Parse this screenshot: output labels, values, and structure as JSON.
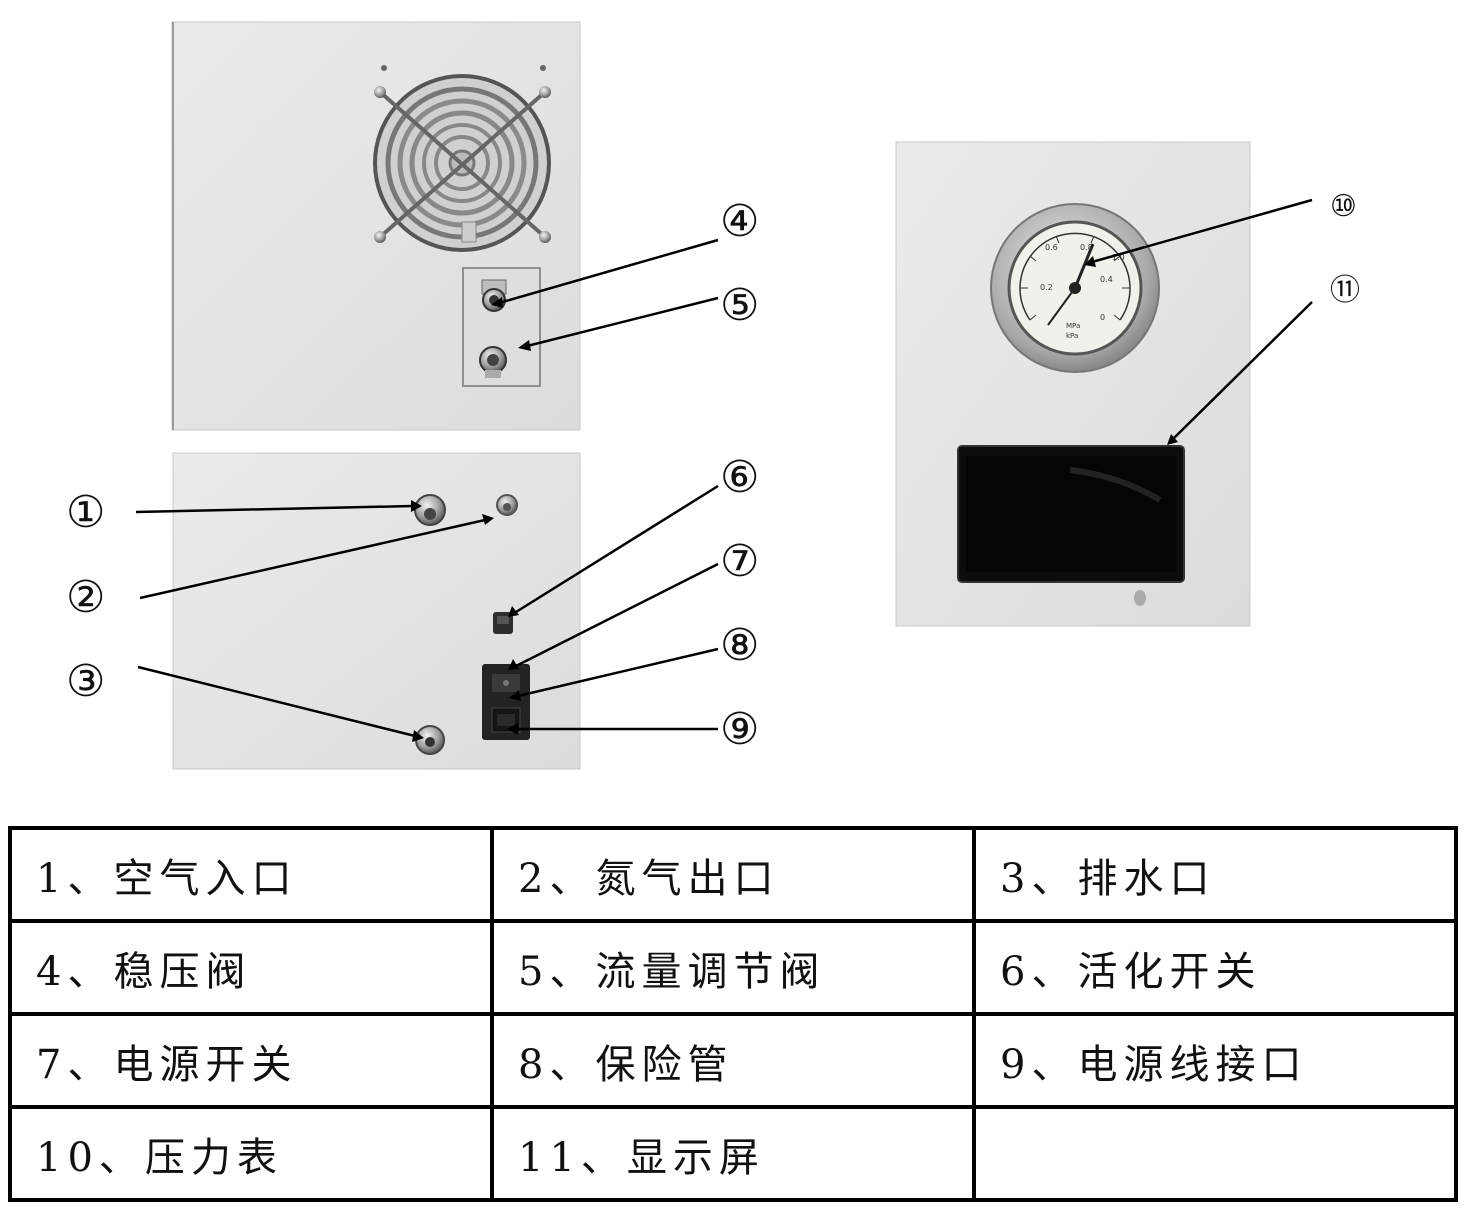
{
  "callouts": {
    "c1": "①",
    "c2": "②",
    "c3": "③",
    "c4": "④",
    "c5": "⑤",
    "c6": "⑥",
    "c7": "⑦",
    "c8": "⑧",
    "c9": "⑨",
    "c10": "⑩",
    "c11": "⑪"
  },
  "legend": {
    "rows": [
      [
        "1、空气入口",
        "2、氮气出口",
        "3、排水口"
      ],
      [
        "4、稳压阀",
        "5、流量调节阀",
        "6、活化开关"
      ],
      [
        "7、电源开关",
        "8、保险管",
        "9、电源线接口"
      ],
      [
        "10、压力表",
        "11、显示屏",
        ""
      ]
    ]
  },
  "gauge_scale": {
    "t1": "0.6",
    "t2": "0.4",
    "t3": "0.2",
    "t4": "0",
    "t5": "0.8",
    "t6": "1.0",
    "u1": "MPa",
    "u2": "kPa"
  }
}
